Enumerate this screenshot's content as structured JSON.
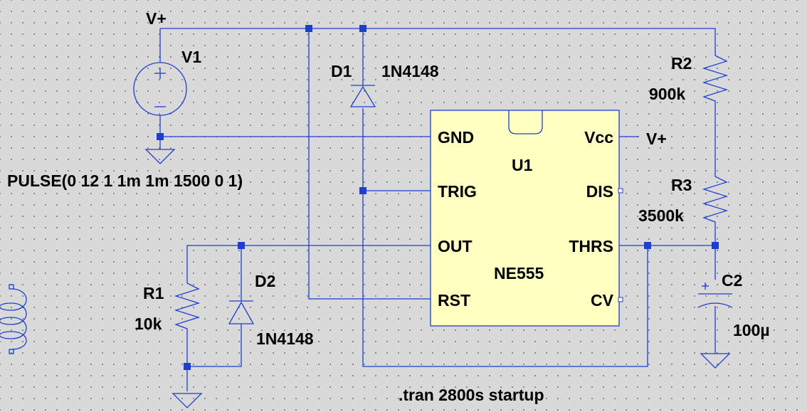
{
  "net_labels": {
    "top_rail": "V+",
    "vcc_rail": "V+"
  },
  "components": {
    "v1": {
      "ref": "V1",
      "value": "PULSE(0 12 1 1m 1m 1500 0 1)"
    },
    "d1": {
      "ref": "D1",
      "value": "1N4148"
    },
    "d2": {
      "ref": "D2",
      "value": "1N4148"
    },
    "r1": {
      "ref": "R1",
      "value": "10k"
    },
    "r2": {
      "ref": "R2",
      "value": "900k"
    },
    "r3": {
      "ref": "R3",
      "value": "3500k"
    },
    "c2": {
      "ref": "C2",
      "value": "100µ"
    },
    "u1": {
      "ref": "U1",
      "value": "NE555",
      "pins": {
        "gnd": "GND",
        "trig": "TRIG",
        "out": "OUT",
        "rst": "RST",
        "vcc": "Vcc",
        "dis": "DIS",
        "thrs": "THRS",
        "cv": "CV"
      }
    }
  },
  "directive": ".tran 2800s startup",
  "colors": {
    "wire": "#1d3fd1",
    "ic_fill": "#ffffc2",
    "background": "#d9d9d9",
    "grid_dot": "#7a7a7a"
  }
}
